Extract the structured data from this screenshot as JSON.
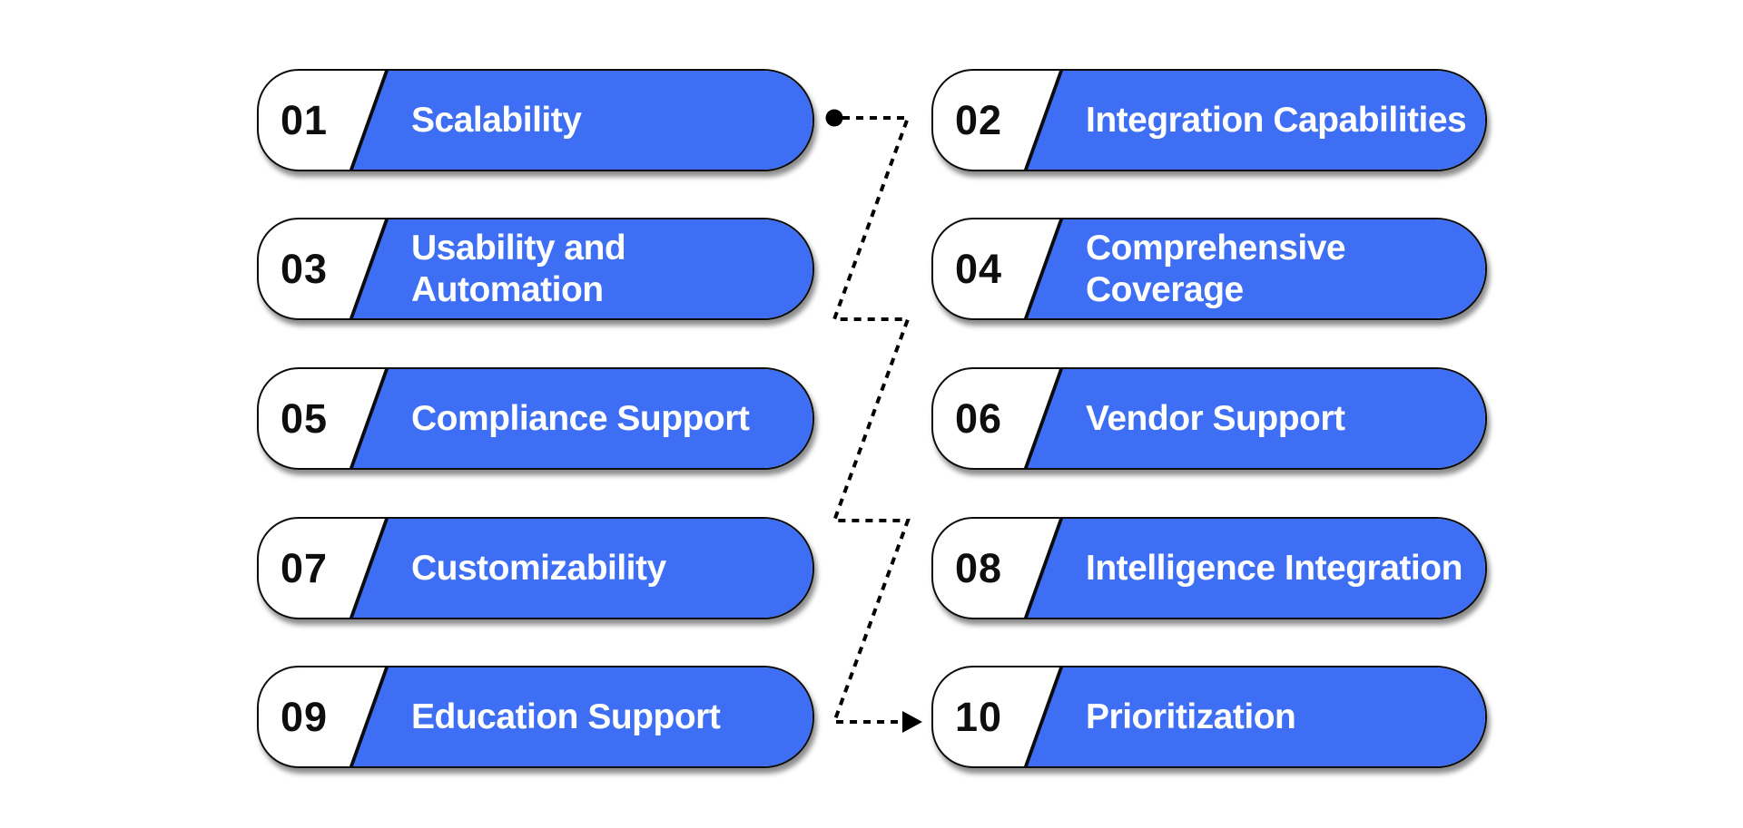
{
  "diagram": {
    "items": [
      {
        "number": "01",
        "label": "Scalability"
      },
      {
        "number": "02",
        "label": "Integration Capabilities"
      },
      {
        "number": "03",
        "label": "Usability and Automation"
      },
      {
        "number": "04",
        "label": "Comprehensive Coverage"
      },
      {
        "number": "05",
        "label": "Compliance Support"
      },
      {
        "number": "06",
        "label": "Vendor Support"
      },
      {
        "number": "07",
        "label": "Customizability"
      },
      {
        "number": "08",
        "label": "Intelligence Integration"
      },
      {
        "number": "09",
        "label": "Education Support"
      },
      {
        "number": "10",
        "label": "Prioritization"
      }
    ],
    "connector": {
      "start": "dot",
      "end": "right-arrow",
      "pattern": "dashed-zigzag"
    }
  },
  "colors": {
    "pill_fill": "#3D6EF3",
    "pill_outline": "#0C0C0C",
    "number_text": "#0E0E0E",
    "label_text": "#FFFFFF",
    "connector": "#000000",
    "background": "#FFFFFF"
  }
}
